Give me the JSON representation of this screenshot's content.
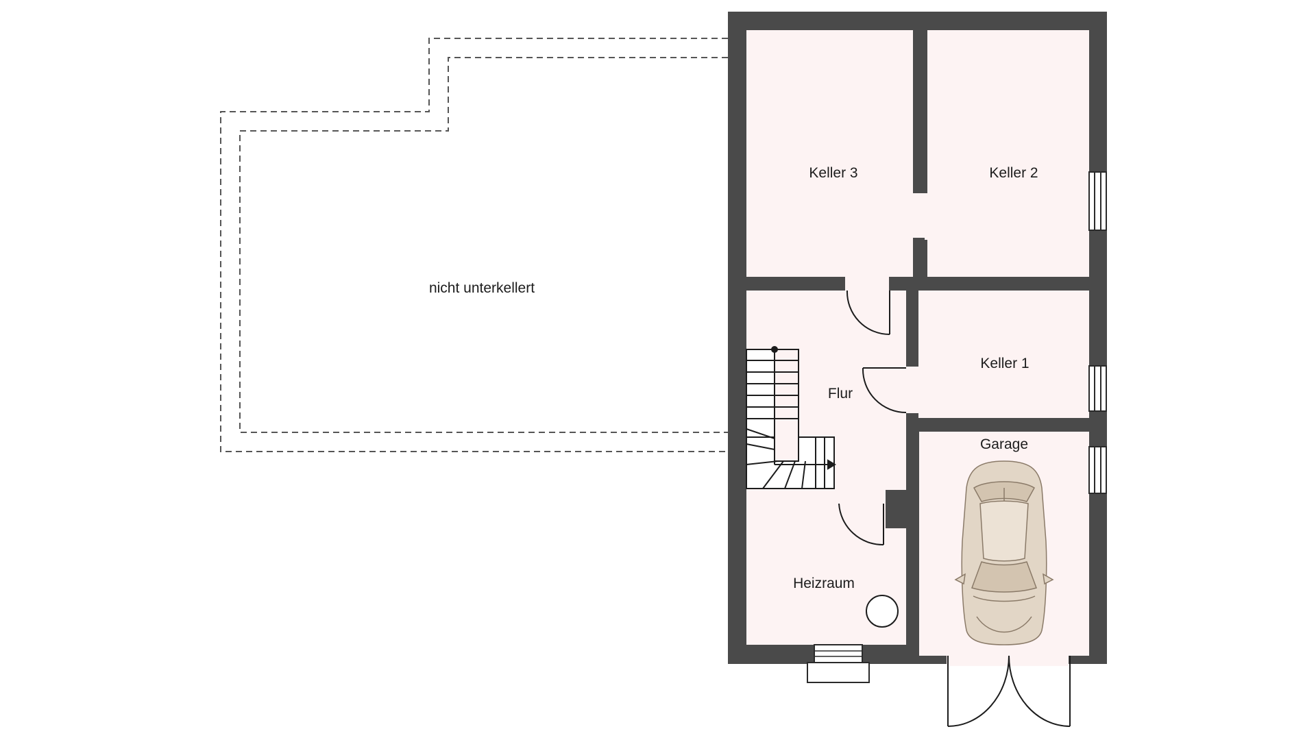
{
  "plan": {
    "colors": {
      "wall": "#4a4a4a",
      "floor": "#fdf3f3",
      "outline": "#2a2a2a",
      "dashed": "#555555",
      "car_body": "#e2d6c6",
      "car_line": "#8a7a68"
    },
    "unbuilt_area": {
      "label": "nicht unterkellert"
    },
    "rooms": {
      "keller3": "Keller 3",
      "keller2": "Keller 2",
      "keller1": "Keller 1",
      "flur": "Flur",
      "garage": "Garage",
      "heizraum": "Heizraum"
    }
  }
}
